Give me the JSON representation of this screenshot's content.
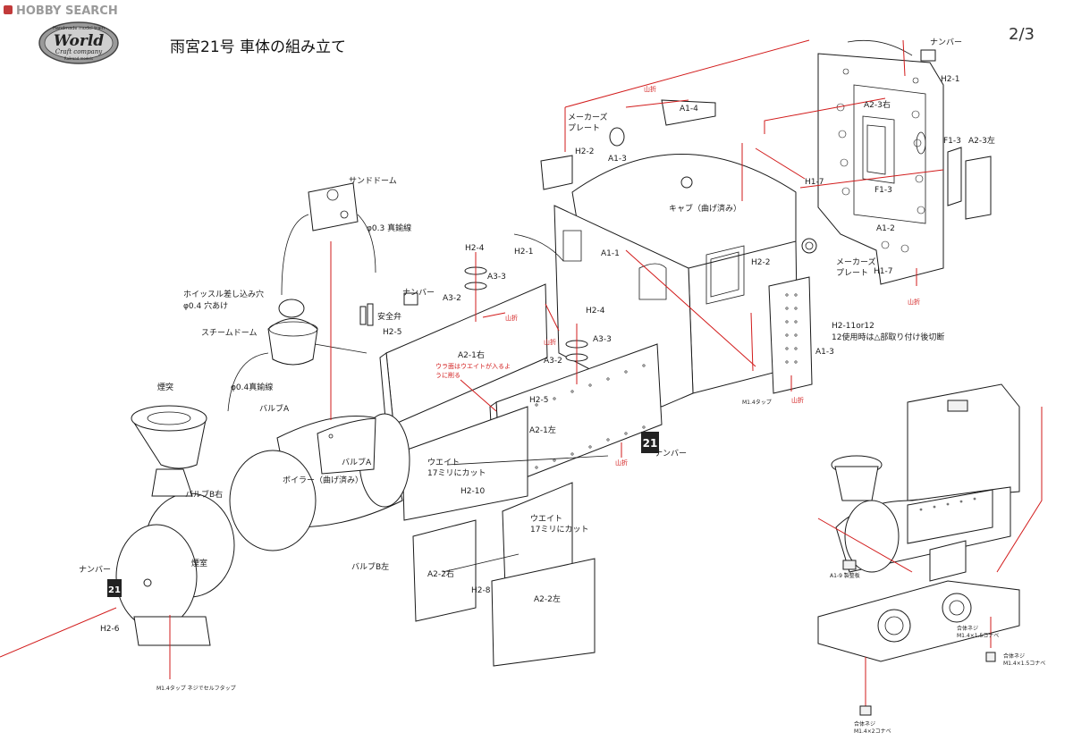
{
  "watermark": {
    "site": "HOBBY SEARCH"
  },
  "logo": {
    "top_text": "Handmade model train",
    "brand": "World",
    "sub": "Craft company",
    "bottom_text": "Railroad models"
  },
  "page_number": "2/3",
  "title": "雨宮21号  車体の組み立て",
  "labels": {
    "number_top": "ナンバー",
    "h2_1_top": "H2-1",
    "a2_3_right": "A2-3右",
    "f1_3_left": "F1-3",
    "a2_3_left": "A2-3左",
    "f1_3_center": "F1-3",
    "h1_7_top": "H1-7",
    "a1_2": "A1-2",
    "h1_7_bottom": "H1-7",
    "yamaori_1": "山折",
    "a1_4": "A1-4",
    "maker_plate_1": "メーカーズ",
    "maker_plate_1b": "プレート",
    "h2_2_top": "H2-2",
    "a1_3_top": "A1-3",
    "cab": "キャブ（曲げ済み）",
    "h2_1_left": "H2-1",
    "a1_1": "A1-1",
    "h2_2_right": "H2-2",
    "maker_plate_2": "メーカーズ",
    "maker_plate_2b": "プレート",
    "yamaori_2": "山折",
    "h2_11": "H2-11or12",
    "h2_11_note": "12使用時は△部取り付け後切断",
    "a1_3_right": "A1-3",
    "tap_1": "M1.4タップ",
    "yamaori_3": "山折",
    "sand_dome": "サンドドーム",
    "wire_03": "φ0.3  真鍮線",
    "h2_4": "H2-4",
    "a3_3_top": "A3-3",
    "number_mid": "ナンバー",
    "a3_2_top": "A3-2",
    "yamaori_4": "山折",
    "h2_4_b": "H2-4",
    "whistle": "ホイッスル差し込み穴",
    "whistle_hole": "φ0.4  穴あけ",
    "steam_dome": "スチームドーム",
    "safety_valve": "安全弁",
    "h2_5_left": "H2-5",
    "a2_1_right": "A2-1右",
    "weight_note": "ウラ面はウエイトが入るよ",
    "weight_note2": "うに削る",
    "yamaori_5": "山折",
    "a3_3_mid": "A3-3",
    "a3_2_mid": "A3-2",
    "wire_04": "φ0.4真鍮線",
    "chimney": "煙突",
    "valve_a": "バルブA",
    "h2_5_mid": "H2-5",
    "a2_1_left": "A2-1左",
    "number_plate": "21",
    "number_right": "ナンバー",
    "yamaori_6": "山折",
    "valve_a2": "バルブA",
    "weight_1": "ウエイト",
    "weight_1b": "17ミリにカット",
    "boiler": "ボイラー（曲げ済み）",
    "valve_b_right": "バルブB右",
    "h2_10": "H2-10",
    "weight_2": "ウエイト",
    "weight_2b": "17ミリにカット",
    "smokebox": "煙室",
    "a2_2_right": "A2-2右",
    "valve_b_left": "バルブB左",
    "number_left": "ナンバー",
    "number_plate_2": "21",
    "h2_8": "H2-8",
    "a2_2_left": "A2-2左",
    "h2_6": "H2-6",
    "tap_bottom": "M1.4タップ  ネジでセルフタップ",
    "inset_a1_9": "A1-9  製整板",
    "inset_screw_1": "合体ネジ",
    "inset_screw_1b": "M1.4×1.5コナベ",
    "inset_screw_2": "合体ネジ",
    "inset_screw_2b": "M1.4×1.5コナベ",
    "inset_screw_3": "合体ネジ",
    "inset_screw_3b": "M1.4×2コナベ"
  },
  "colors": {
    "ink": "#1a1a1a",
    "guide_red": "#d21b1b",
    "logo_fill": "#8c8c8c"
  }
}
